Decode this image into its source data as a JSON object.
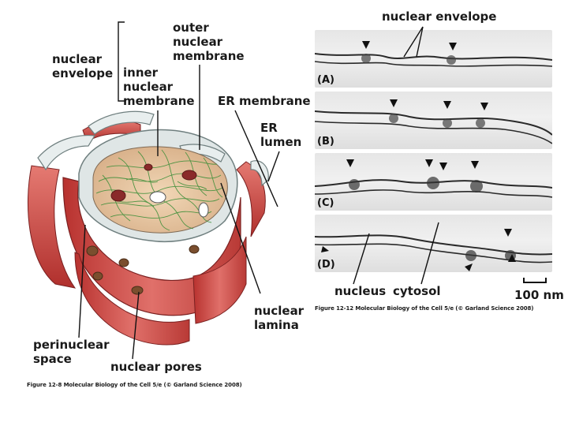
{
  "left_figure": {
    "labels": {
      "nuclear_envelope": "nuclear\nenvelope",
      "outer_nuclear_membrane": "outer\nnuclear\nmembrane",
      "inner_nuclear_membrane": "inner\nnuclear\nmembrane",
      "er_membrane": "ER membrane",
      "er_lumen": "ER\nlumen",
      "nuclear_lamina": "nuclear\nlamina",
      "perinuclear_space": "perinuclear\nspace",
      "nuclear_pores": "nuclear pores"
    },
    "caption": "Figure 12-8  Molecular Biology of the Cell 5/e (© Garland Science 2008)"
  },
  "right_figure": {
    "title": "nuclear envelope",
    "panels": [
      "(A)",
      "(B)",
      "(C)",
      "(D)"
    ],
    "bottom_labels": {
      "nucleus": "nucleus",
      "cytosol": "cytosol",
      "scale_bar": "100 nm"
    },
    "caption": "Figure 12-12  Molecular Biology of the Cell 5/e (© Garland Science 2008)"
  },
  "colors": {
    "membrane_red": "#c8423f",
    "membrane_dark_red": "#9e2b2b",
    "lumen_grey": "#dfe6e6",
    "nucleoplasm": "#e9c9a6",
    "lamina_green": "#3f8f3a",
    "pore_brown": "#7a4e2e"
  }
}
